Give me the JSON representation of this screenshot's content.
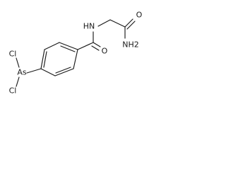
{
  "structure": {
    "atoms": {
      "as_label": "As",
      "cl_top_label": "Cl",
      "cl_bottom_label": "Cl",
      "o_carbonyl_label": "O",
      "nh_label": "HN",
      "o_amide_label": "O",
      "nh2_label": "NH2"
    },
    "colors": {
      "ink": "#1a1a1a",
      "background": "#ffffff"
    }
  }
}
